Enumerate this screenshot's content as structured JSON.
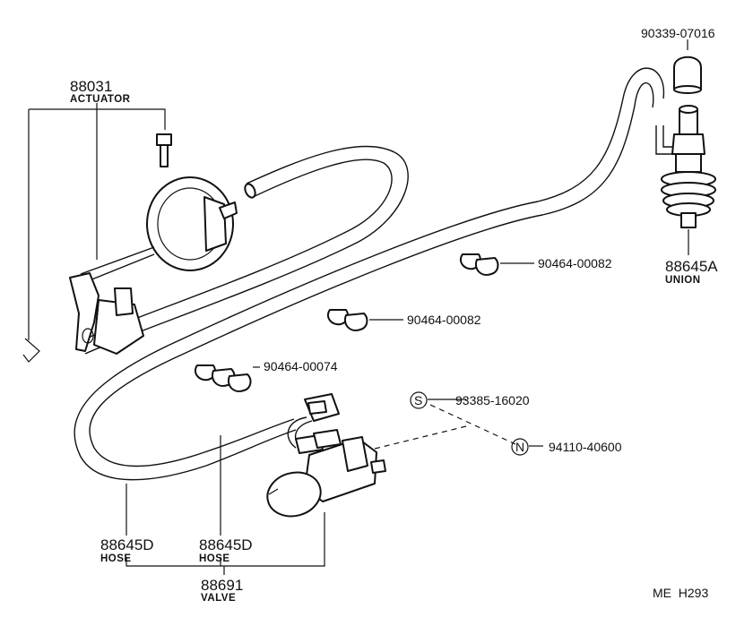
{
  "labels": {
    "actuator_num": "88031",
    "actuator_name": "ACTUATOR",
    "cap": "90339-07016",
    "union_num": "88645A",
    "union_name": "UNION",
    "clip_a": "90464-00082",
    "clip_b": "90464-00082",
    "clip_c": "90464-00074",
    "bolt_s": "93385-16020",
    "nut_n": "94110-40600",
    "hose_a_num": "88645D",
    "hose_a_name": "HOSE",
    "hose_b_num": "88645D",
    "hose_b_name": "HOSE",
    "valve_num": "88691",
    "valve_name": "VALVE",
    "symbol_s": "S",
    "symbol_n": "N",
    "ref_code": "ME  H293"
  }
}
